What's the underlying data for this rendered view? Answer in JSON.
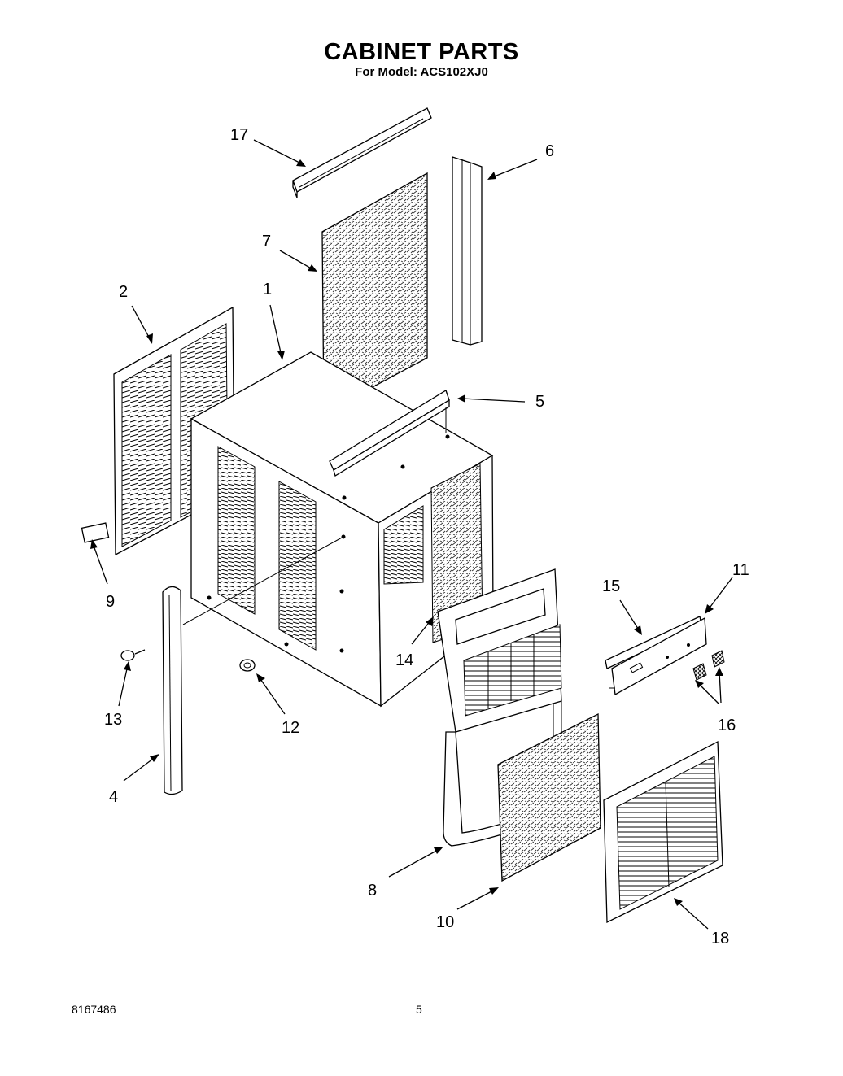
{
  "header": {
    "title": "CABINET PARTS",
    "subtitle": "For Model: ACS102XJ0"
  },
  "footer": {
    "doc_number": "8167486",
    "page_number": "5"
  },
  "callouts": {
    "c1": "1",
    "c2": "2",
    "c4": "4",
    "c5": "5",
    "c6": "6",
    "c7": "7",
    "c8": "8",
    "c9": "9",
    "c10": "10",
    "c11": "11",
    "c12": "12",
    "c13": "13",
    "c14": "14",
    "c15": "15",
    "c16": "16",
    "c17": "17",
    "c18": "18"
  }
}
